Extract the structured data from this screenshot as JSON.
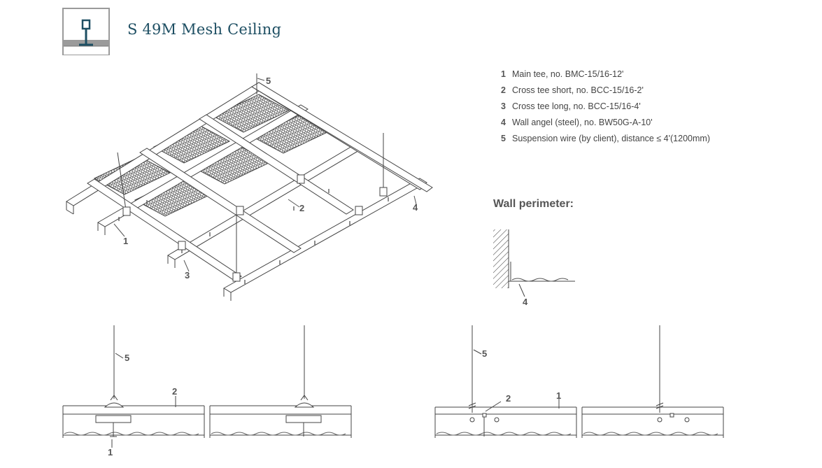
{
  "header": {
    "title": "S 49M Mesh Ceiling",
    "logo_icon": "ceiling-tee-icon",
    "accent_color": "#1e4f63"
  },
  "legend": {
    "items": [
      {
        "num": "1",
        "text": "Main tee, no. BMC-15/16-12'"
      },
      {
        "num": "2",
        "text": "Cross tee short, no. BCC-15/16-2'"
      },
      {
        "num": "3",
        "text": "Cross tee long, no. BCC-15/16-4'"
      },
      {
        "num": "4",
        "text": "Wall angel (steel), no. BW50G-A-10'"
      },
      {
        "num": "5",
        "text": "Suspension wire (by client), distance ≤ 4'(1200mm)"
      }
    ]
  },
  "wall_perimeter": {
    "title": "Wall perimeter:",
    "callout": "4"
  },
  "iso_callouts": {
    "c1": "1",
    "c2": "2",
    "c3": "3",
    "c4": "4",
    "c5": "5"
  },
  "section_left": {
    "c5": "5",
    "c2": "2",
    "c1": "1"
  },
  "section_right": {
    "c5": "5",
    "c2": "2",
    "c1": "1"
  }
}
